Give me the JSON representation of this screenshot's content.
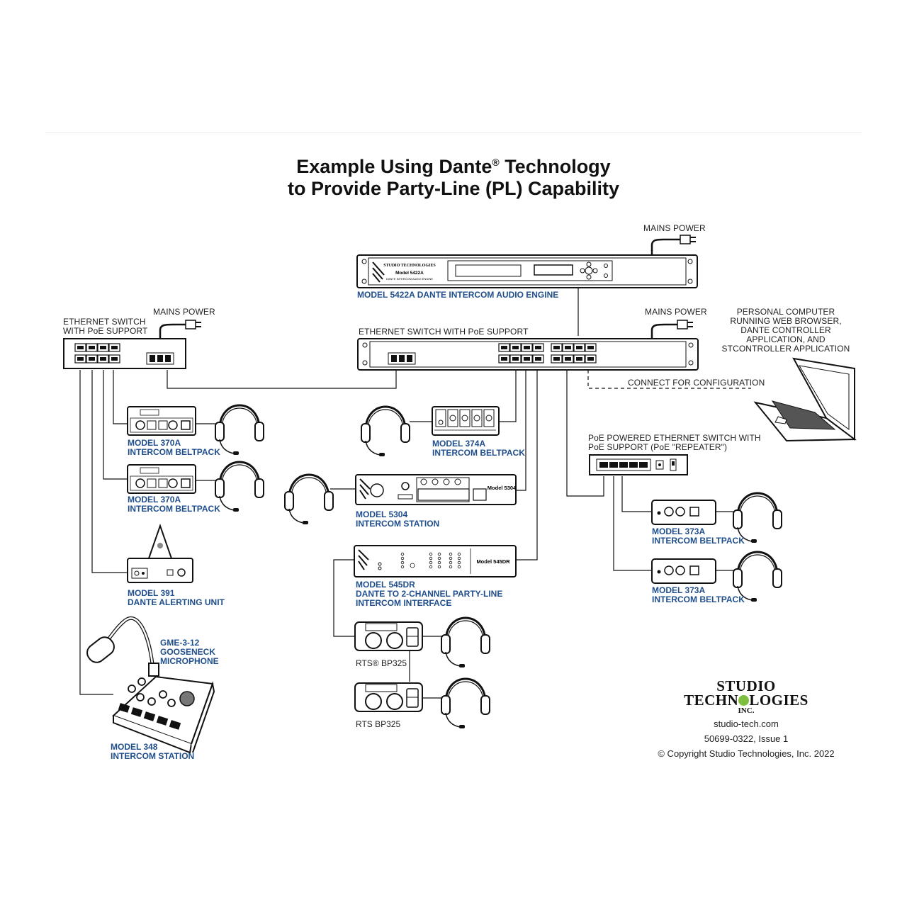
{
  "title": {
    "line1": "Example Using Dante",
    "reg": "®",
    "line1b": " Technology",
    "line2": "to Provide Party-Line (PL) Capability"
  },
  "labels": {
    "mains_power_top": "MAINS POWER",
    "mains_power_left": "MAINS POWER",
    "mains_power_right": "MAINS POWER",
    "switch_left": [
      "ETHERNET SWITCH",
      "WITH PoE SUPPORT"
    ],
    "switch_main": "ETHERNET SWITCH WITH PoE SUPPORT",
    "pc": [
      "PERSONAL COMPUTER",
      "RUNNING WEB BROWSER,",
      "DANTE CONTROLLER",
      "APPLICATION, AND",
      "STCONTROLLER APPLICATION"
    ],
    "connect_config": "CONNECT FOR CONFIGURATION",
    "poe_repeater": [
      "PoE POWERED ETHERNET SWITCH WITH",
      "PoE SUPPORT (PoE \"REPEATER\")"
    ],
    "rts1": "RTS® BP325",
    "rts2": "RTS BP325"
  },
  "devices": {
    "m5422a": "MODEL 5422A DANTE INTERCOM AUDIO ENGINE",
    "m370a_1": [
      "MODEL 370A",
      "INTERCOM BELTPACK"
    ],
    "m370a_2": [
      "MODEL 370A",
      "INTERCOM BELTPACK"
    ],
    "m374a": [
      "MODEL 374A",
      "INTERCOM BELTPACK"
    ],
    "m5304": [
      "MODEL 5304",
      "INTERCOM STATION"
    ],
    "m391": [
      "MODEL 391",
      "DANTE ALERTING UNIT"
    ],
    "m545dr": [
      "MODEL 545DR",
      "DANTE TO 2-CHANNEL PARTY-LINE",
      "INTERCOM INTERFACE"
    ],
    "gme": [
      "GME-3-12",
      "GOOSENECK",
      "MICROPHONE"
    ],
    "m348": [
      "MODEL 348",
      "INTERCOM STATION"
    ],
    "m373a_1": [
      "MODEL 373A",
      "INTERCOM BELTPACK"
    ],
    "m373a_2": [
      "MODEL 373A",
      "INTERCOM BELTPACK"
    ]
  },
  "panel_text": {
    "p5422_brand": "STUDIO TECHNOLOGIES",
    "p5422_model": "Model 5422A",
    "p5422_sub": "DANTE INTERCOM AUDIO ENGINE",
    "p5304_model": "Model 5304",
    "p545_model": "Model 545DR"
  },
  "footer": {
    "logo1": "STUDIO",
    "logo2a": "TECHN",
    "logo2b": "LOGIES",
    "logo3": "INC.",
    "url": "studio-tech.com",
    "doc": "50699-0322, Issue 1",
    "copyright": "© Copyright Studio Technologies, Inc. 2022"
  }
}
